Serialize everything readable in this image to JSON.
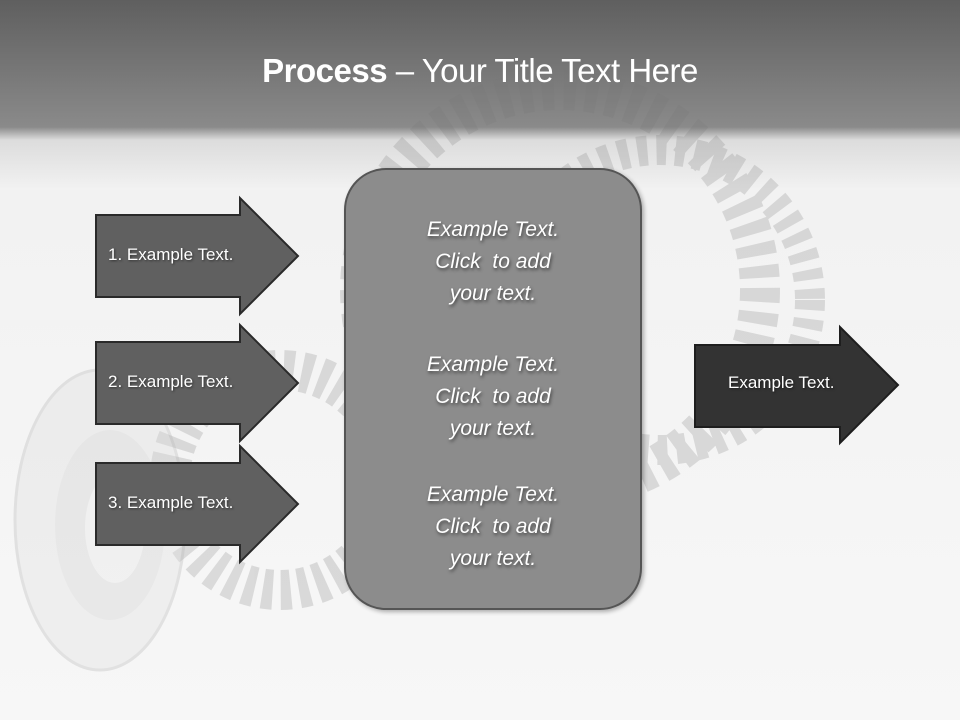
{
  "title": {
    "bold": "Process",
    "rest": " – Your Title Text Here"
  },
  "left_arrows": [
    {
      "label": "1. Example Text."
    },
    {
      "label": "2. Example Text."
    },
    {
      "label": "3. Example Text."
    }
  ],
  "center_box": {
    "blocks": [
      {
        "lines": [
          "Example Text.",
          "Click  to add",
          "your text."
        ]
      },
      {
        "lines": [
          "Example Text.",
          "Click  to add",
          "your text."
        ]
      },
      {
        "lines": [
          "Example Text.",
          "Click  to add",
          "your text."
        ]
      }
    ]
  },
  "right_arrow": {
    "label": "Example Text."
  },
  "colors": {
    "left_arrow": "#606060",
    "right_arrow": "#333333",
    "center_box": "#8c8c8c",
    "outline": "#2a2a2a"
  }
}
